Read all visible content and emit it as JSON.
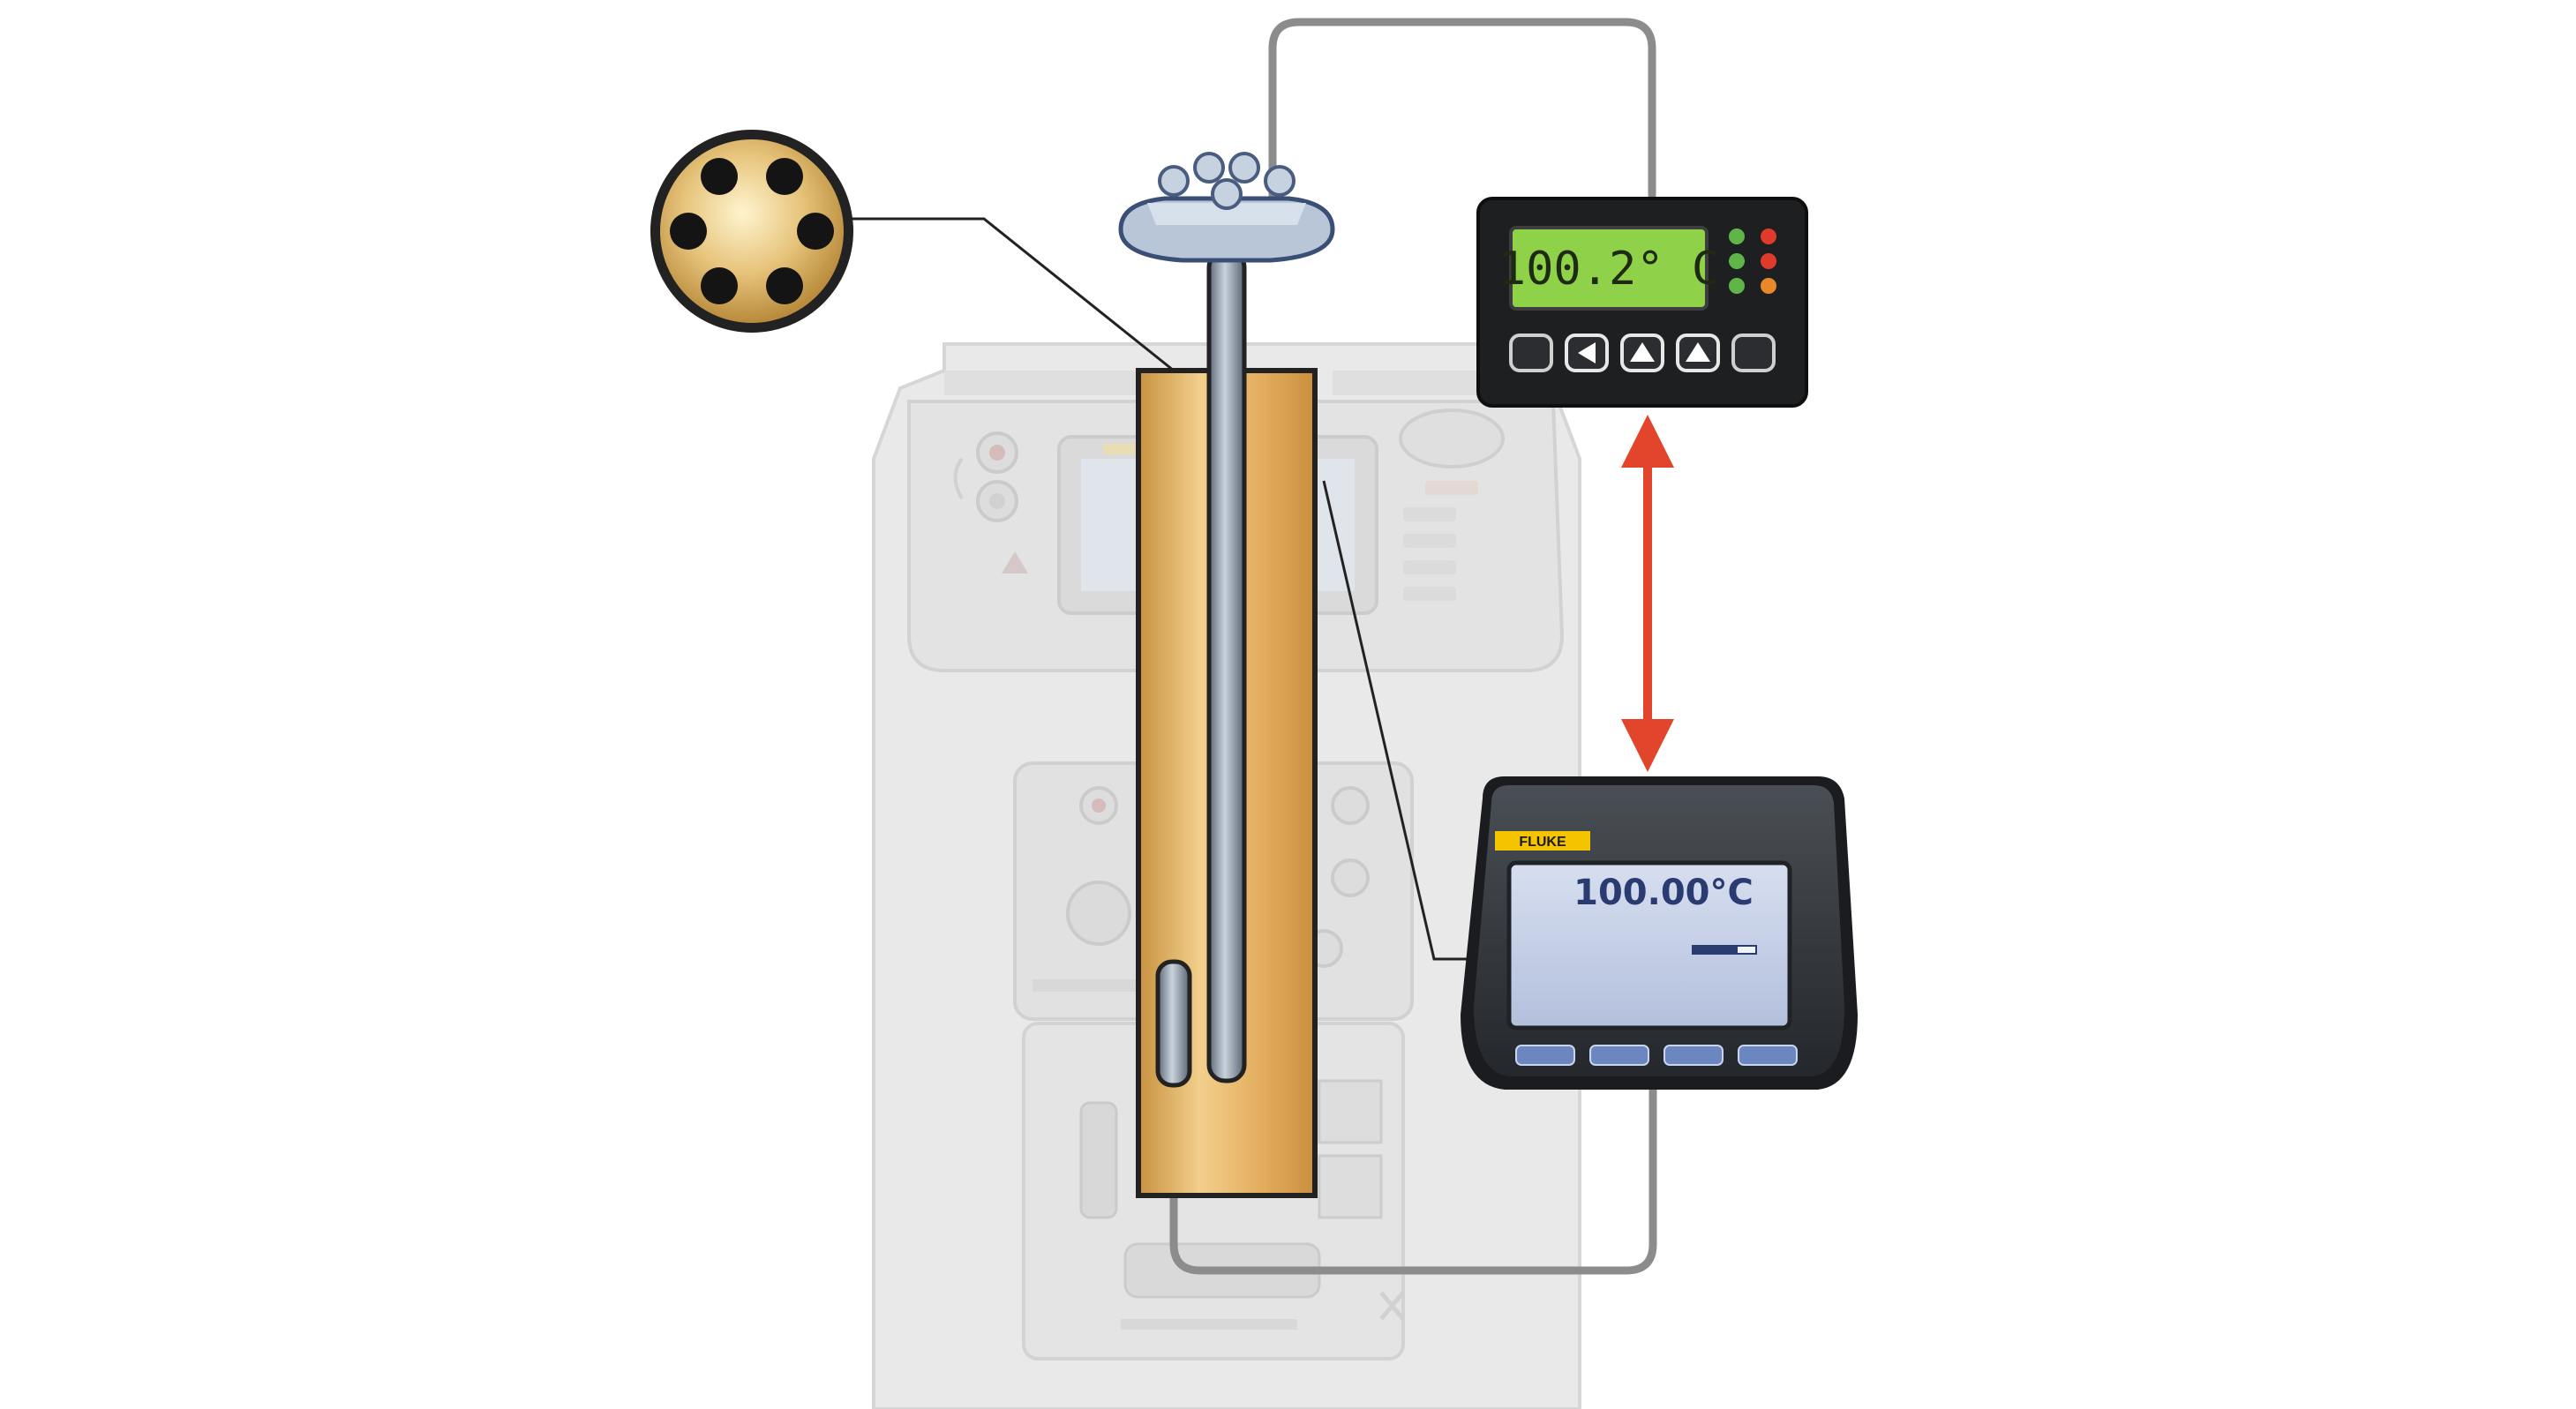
{
  "controller": {
    "display_value": "100.2° C",
    "display_color": "#8fd24a",
    "led_colors": [
      "#5fb54a",
      "#e03a2a",
      "#5fb54a",
      "#e03a2a",
      "#5fb54a",
      "#e8882a"
    ],
    "buttons": [
      "menu-button",
      "left-arrow-button",
      "up-arrow-button",
      "up-arrow-button",
      "exit-button"
    ]
  },
  "reference_thermometer": {
    "brand": "FLUKE",
    "brand_color": "#f5c400",
    "reading": "100.00°C",
    "screen_color": "#c4cfe6",
    "softkey_count": 4
  },
  "colors": {
    "insert_block": "#e0aa5c",
    "probe": "#8e9aaa",
    "cable": "#8c8c8c",
    "arrow": "#e2452b",
    "well_body": "#e6e6e6"
  },
  "icons": {
    "insert_top_view": "insert-holes-icon",
    "arrow": "double-headed-arrow-icon"
  }
}
